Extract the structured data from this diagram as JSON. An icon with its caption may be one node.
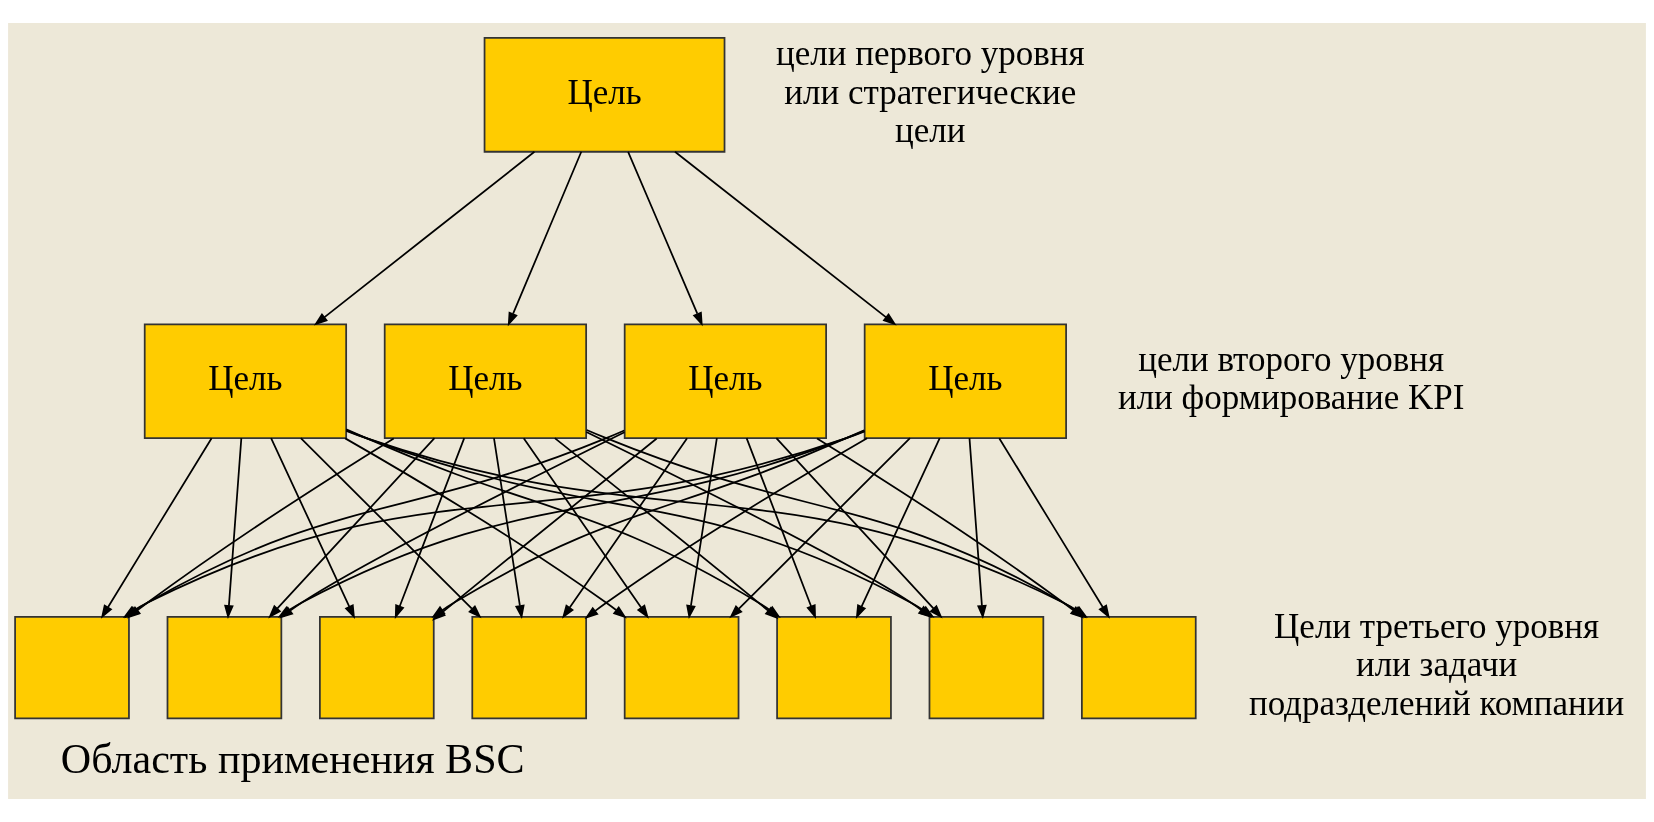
{
  "diagram": {
    "caption": "Область применения BSC",
    "nodes": [
      {
        "text": [
          "Цель"
        ]
      },
      {
        "text": [
          "Цель"
        ]
      },
      {
        "text": [
          "Цель"
        ]
      },
      {
        "text": [
          "Цель"
        ]
      },
      {
        "text": [
          "Цель"
        ]
      },
      {
        "text": [],
        "shape": "box"
      },
      {
        "text": [],
        "shape": "box"
      },
      {
        "text": [],
        "shape": "box"
      },
      {
        "text": [],
        "shape": "box"
      },
      {
        "text": [],
        "shape": "box"
      },
      {
        "text": [],
        "shape": "box"
      },
      {
        "text": [],
        "shape": "box"
      },
      {
        "text": [],
        "shape": "box"
      }
    ],
    "edges": [
      {
        "from": 0,
        "to": 1,
        "arrow": "to"
      },
      {
        "from": 0,
        "to": 2,
        "arrow": "to"
      },
      {
        "from": 0,
        "to": 3,
        "arrow": "to"
      },
      {
        "from": 0,
        "to": 4,
        "arrow": "to"
      },
      {
        "from": 1,
        "to": 5,
        "arrow": "to"
      },
      {
        "from": 1,
        "to": 6,
        "arrow": "to"
      },
      {
        "from": 1,
        "to": 7,
        "arrow": "to"
      },
      {
        "from": 1,
        "to": 8,
        "arrow": "to"
      },
      {
        "from": 1,
        "to": 9,
        "arrow": "to"
      },
      {
        "from": 1,
        "to": 10,
        "arrow": "to"
      },
      {
        "from": 1,
        "to": 11,
        "arrow": "to"
      },
      {
        "from": 1,
        "to": 12,
        "arrow": "to"
      },
      {
        "from": 2,
        "to": 5,
        "arrow": "to"
      },
      {
        "from": 2,
        "to": 6,
        "arrow": "to"
      },
      {
        "from": 2,
        "to": 7,
        "arrow": "to"
      },
      {
        "from": 2,
        "to": 8,
        "arrow": "to"
      },
      {
        "from": 2,
        "to": 9,
        "arrow": "to"
      },
      {
        "from": 2,
        "to": 10,
        "arrow": "to"
      },
      {
        "from": 2,
        "to": 11,
        "arrow": "to"
      },
      {
        "from": 2,
        "to": 12,
        "arrow": "to"
      },
      {
        "from": 3,
        "to": 5,
        "arrow": "to"
      },
      {
        "from": 3,
        "to": 6,
        "arrow": "to"
      },
      {
        "from": 3,
        "to": 7,
        "arrow": "to"
      },
      {
        "from": 3,
        "to": 8,
        "arrow": "to"
      },
      {
        "from": 3,
        "to": 9,
        "arrow": "to"
      },
      {
        "from": 3,
        "to": 10,
        "arrow": "to"
      },
      {
        "from": 3,
        "to": 11,
        "arrow": "to"
      },
      {
        "from": 3,
        "to": 12,
        "arrow": "to"
      },
      {
        "from": 4,
        "to": 5,
        "arrow": "to"
      },
      {
        "from": 4,
        "to": 6,
        "arrow": "to"
      },
      {
        "from": 4,
        "to": 7,
        "arrow": "to"
      },
      {
        "from": 4,
        "to": 8,
        "arrow": "to"
      },
      {
        "from": 4,
        "to": 9,
        "arrow": "to"
      },
      {
        "from": 4,
        "to": 10,
        "arrow": "to"
      },
      {
        "from": 4,
        "to": 11,
        "arrow": "to"
      },
      {
        "from": 4,
        "to": 12,
        "arrow": "to"
      }
    ],
    "labels": [
      "цели первого уровня или стратегические цели",
      "цели второго уровня или формирование KPI",
      "Цели третьего уровня или задачи подразделений компании"
    ]
  }
}
